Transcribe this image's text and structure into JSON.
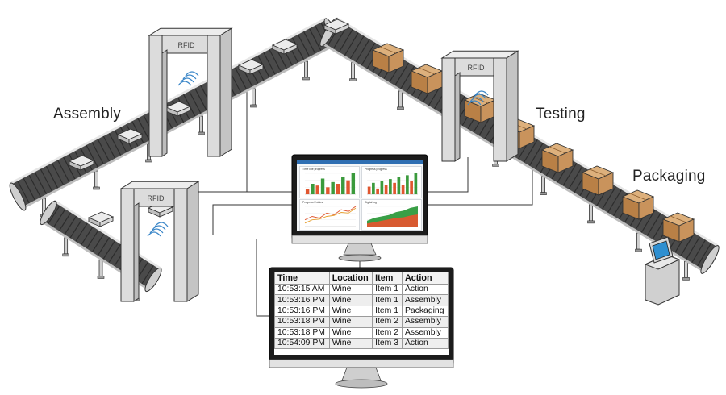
{
  "stages": {
    "assembly": "Assembly",
    "testing": "Testing",
    "packaging": "Packaging"
  },
  "gate_label": "RFID",
  "dashboard": {
    "panels": [
      {
        "title": "Time line progress",
        "type": "bar",
        "values": [
          3,
          6,
          5,
          9,
          4,
          7,
          6,
          10,
          8,
          12
        ],
        "colors": [
          "#e0562f",
          "#3a9a3c"
        ]
      },
      {
        "title": "Progress progress",
        "type": "bar",
        "values": [
          4,
          6,
          3,
          7,
          5,
          8,
          6,
          9,
          5,
          10,
          7,
          11
        ],
        "colors": [
          "#e0562f",
          "#3a9a3c"
        ]
      },
      {
        "title": "Progress Entries",
        "type": "line",
        "series": [
          [
            2,
            3,
            2.5,
            4,
            3.5,
            5,
            4.5,
            6
          ],
          [
            1,
            2,
            2.2,
            3,
            3.3,
            4.2,
            4,
            5.5
          ]
        ],
        "colors": [
          "#e0562f",
          "#e6a030"
        ]
      },
      {
        "title": "Digital log",
        "type": "area",
        "series": [
          [
            2,
            3,
            3.5,
            4,
            5,
            5.5,
            6.5,
            7
          ],
          [
            1,
            1.5,
            2,
            2.5,
            3,
            3.2,
            3.8,
            4.2
          ]
        ],
        "colors": [
          "#2e9a3c",
          "#e0562f"
        ]
      }
    ]
  },
  "log": {
    "headers": [
      "Time",
      "Location",
      "Item",
      "Action"
    ],
    "rows": [
      [
        "10:53:15 AM",
        "Wine",
        "Item 1",
        "Action"
      ],
      [
        "10:53:16 PM",
        "Wine",
        "Item 1",
        "Assembly"
      ],
      [
        "10:53:16 PM",
        "Wine",
        "Item 1",
        "Packaging"
      ],
      [
        "10:53:18 PM",
        "Wine",
        "Item 2",
        "Assembly"
      ],
      [
        "10:53:18 PM",
        "Wine",
        "Item 2",
        "Assembly"
      ],
      [
        "10:54:09 PM",
        "Wine",
        "Item 3",
        "Action"
      ]
    ]
  },
  "colors": {
    "belt": "#4a4a4a",
    "frame": "#d9d9d9",
    "box": "#c9935c",
    "gate": "#dcdcdc",
    "rfid_wave": "#3a86c8",
    "wire": "#333333"
  }
}
